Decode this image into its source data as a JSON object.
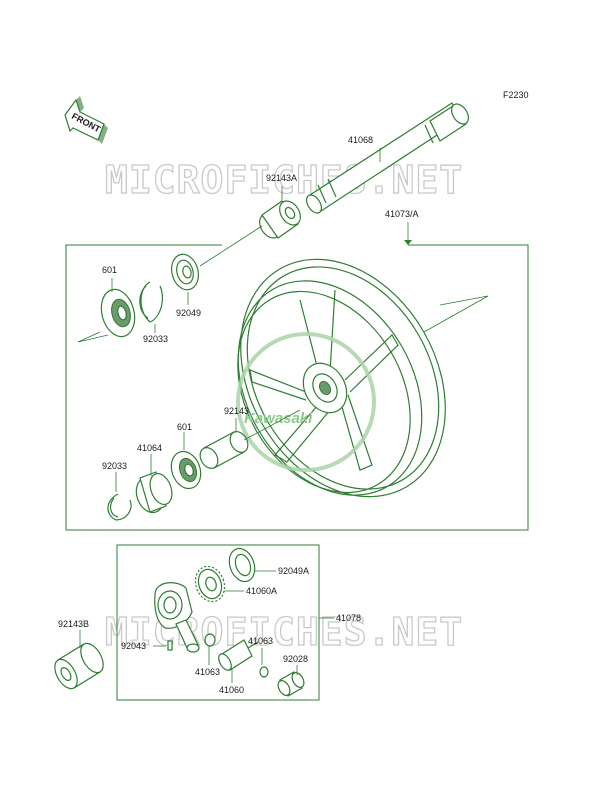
{
  "figure_code": "F2230",
  "front_label": "FRONT",
  "watermark": "MICROFICHES.NET",
  "logo_text": "Kawasaki",
  "colors": {
    "line": "#2e7d32",
    "watermark": "#c9c9c9",
    "logo": "#8cc98c"
  },
  "parts": [
    {
      "id": "p41068",
      "label": "41068"
    },
    {
      "id": "p92143A",
      "label": "92143A"
    },
    {
      "id": "p41073A",
      "label": "41073/A"
    },
    {
      "id": "p601a",
      "label": "601"
    },
    {
      "id": "p92033a",
      "label": "92033"
    },
    {
      "id": "p92049",
      "label": "92049"
    },
    {
      "id": "p92143",
      "label": "92143"
    },
    {
      "id": "p601b",
      "label": "601"
    },
    {
      "id": "p41064",
      "label": "41064"
    },
    {
      "id": "p92033b",
      "label": "92033"
    },
    {
      "id": "p92049A",
      "label": "92049A"
    },
    {
      "id": "p41060A",
      "label": "41060A"
    },
    {
      "id": "p41078",
      "label": "41078"
    },
    {
      "id": "p92143B",
      "label": "92143B"
    },
    {
      "id": "p92043",
      "label": "92043"
    },
    {
      "id": "p41063a",
      "label": "41063"
    },
    {
      "id": "p92028",
      "label": "92028"
    },
    {
      "id": "p41063b",
      "label": "41063"
    },
    {
      "id": "p41060",
      "label": "41060"
    }
  ]
}
